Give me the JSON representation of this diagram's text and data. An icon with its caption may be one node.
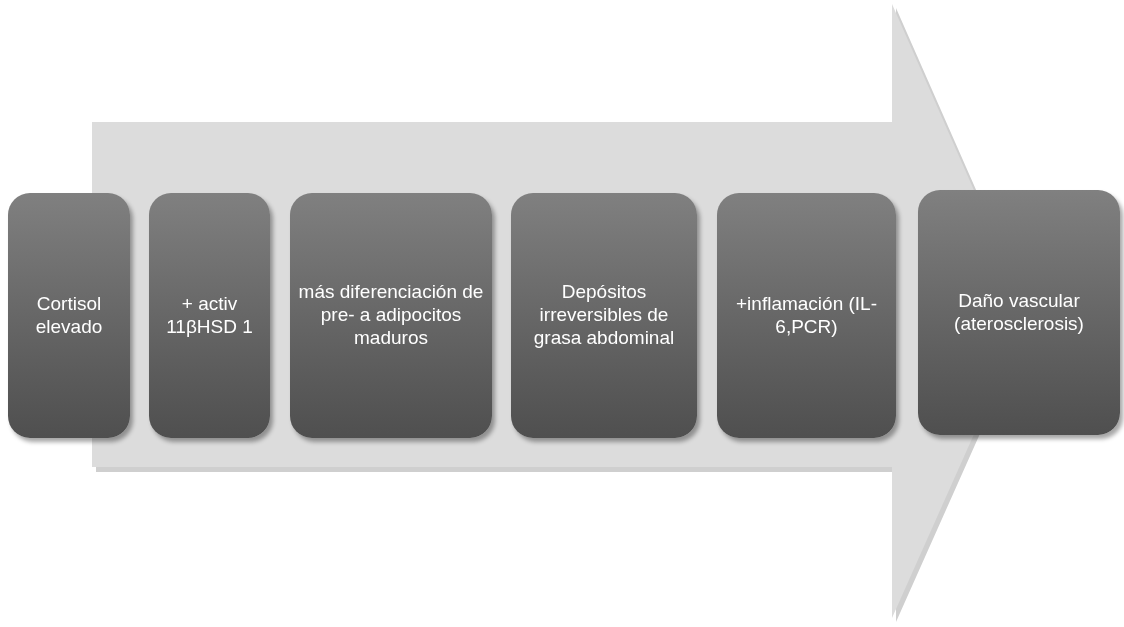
{
  "diagram": {
    "nodes": [
      {
        "text": [
          "Cortisol elevado"
        ]
      },
      {
        "text": [
          "+ activ 11βHSD 1"
        ]
      },
      {
        "text": [
          "más diferenciación de pre- a adipocitos maduros"
        ]
      },
      {
        "text": [
          "Depósitos irreversibles de grasa abdominal"
        ]
      },
      {
        "text": [
          "+inflamación (IL-6,PCR)"
        ]
      },
      {
        "text": [
          "Daño vascular (aterosclerosis)"
        ]
      }
    ]
  }
}
